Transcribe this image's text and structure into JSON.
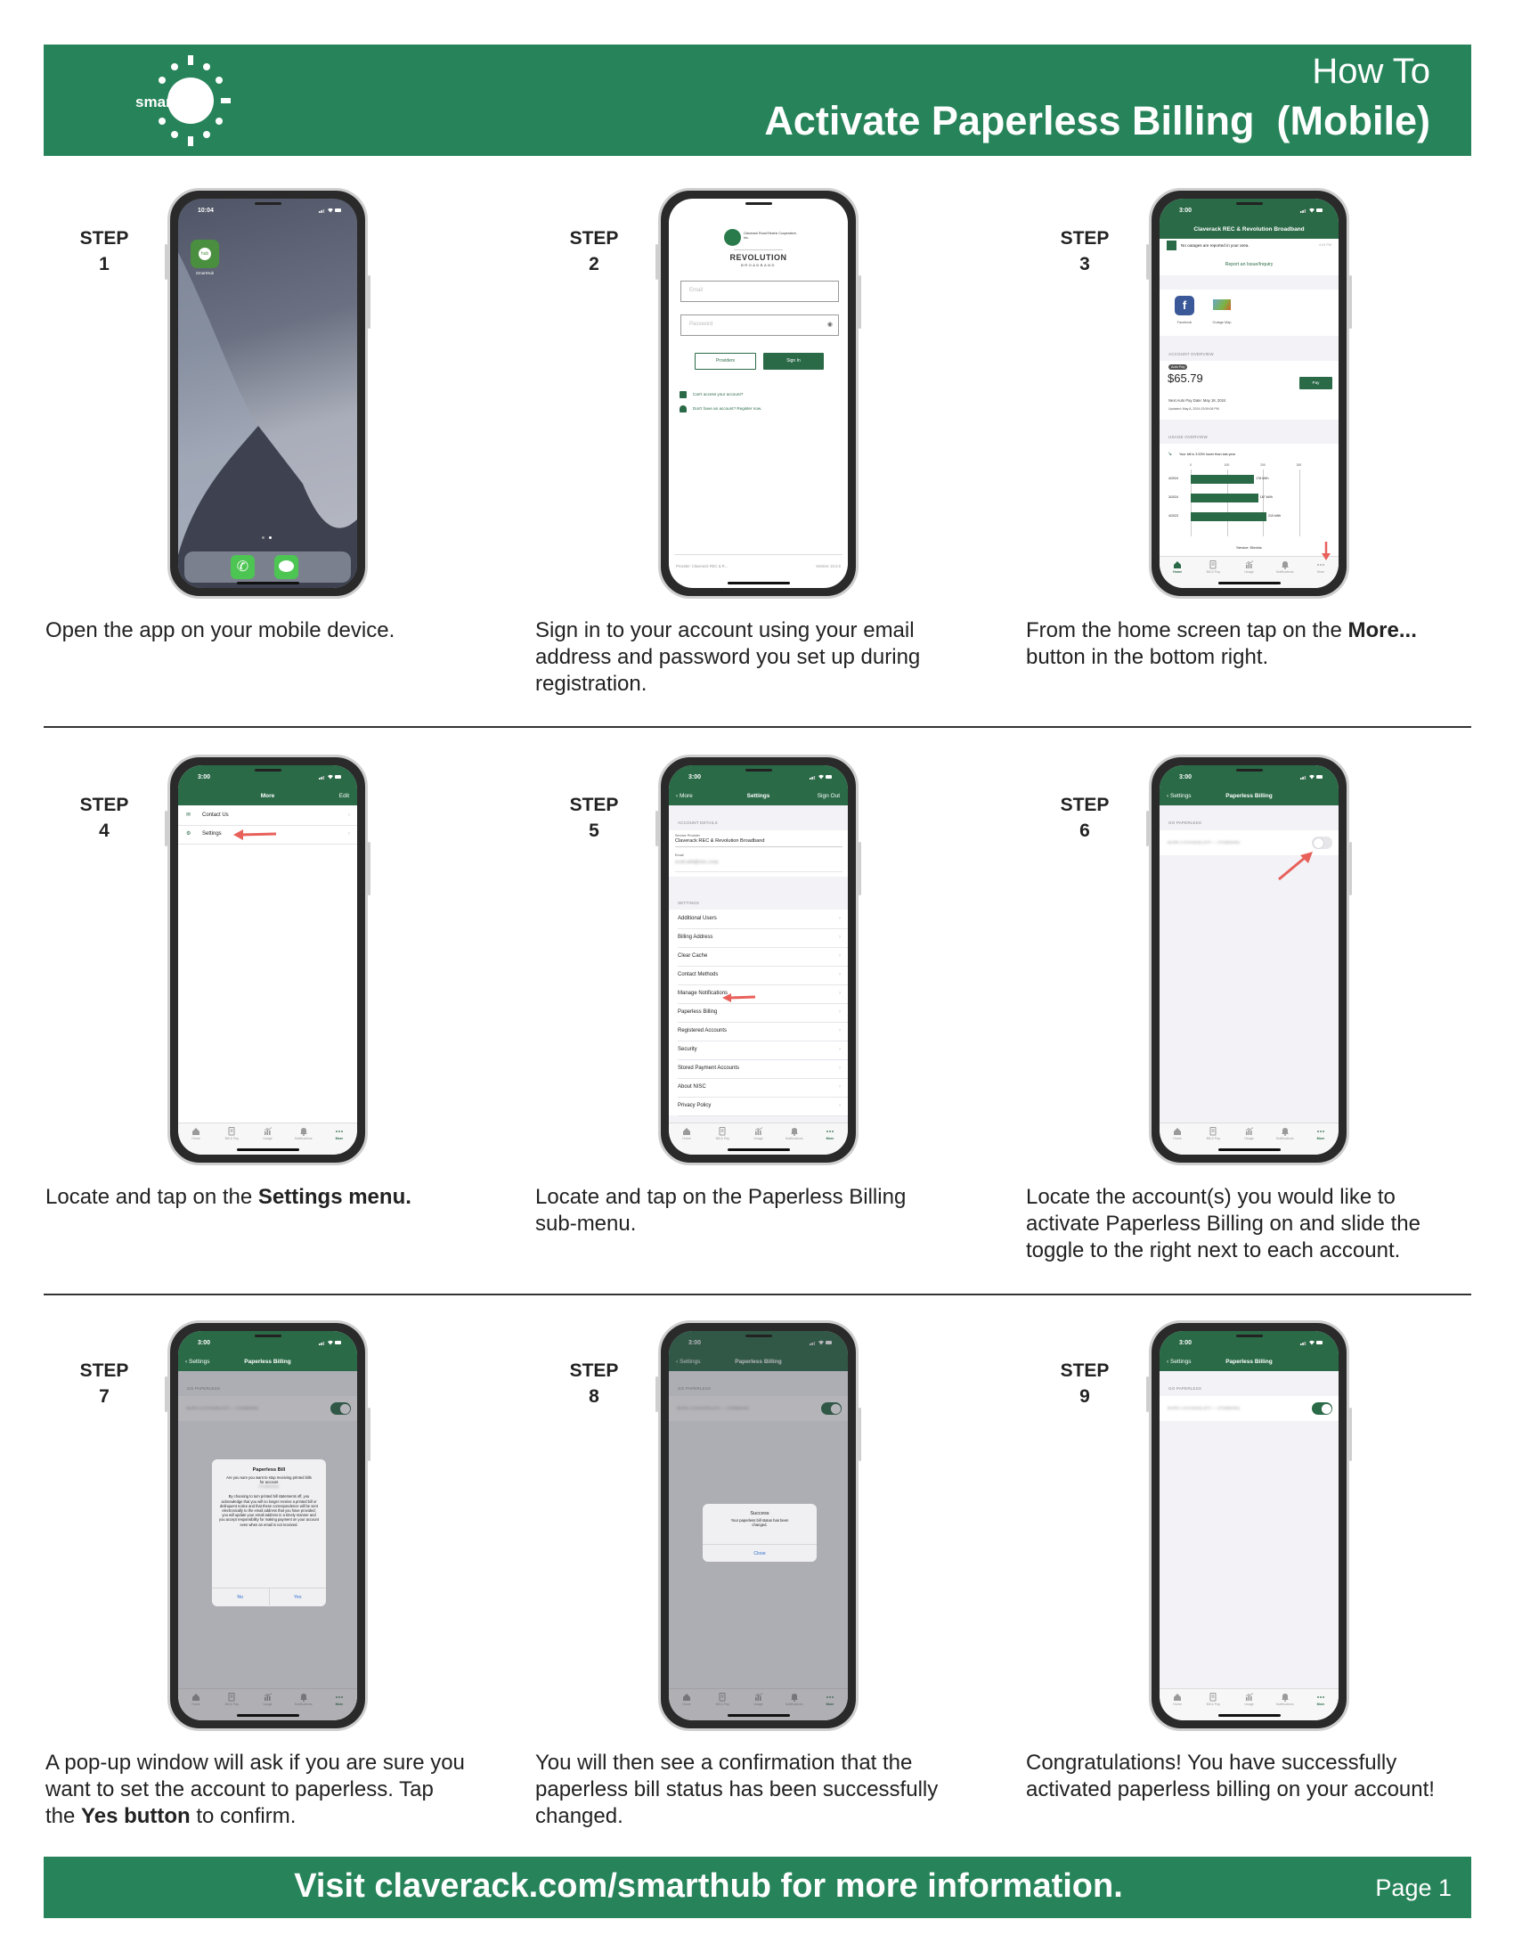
{
  "header": {
    "logo_text": "smart",
    "how_to": "How To",
    "title": "Activate Paperless Billing  (Mobile)"
  },
  "colors": {
    "brand_green": "#27845a",
    "app_green": "#2a6a47",
    "arrow_red": "#e8605a"
  },
  "steps": [
    {
      "label": "STEP",
      "number": "1",
      "caption": [
        [
          {
            "text": "Open the app on your mobile device."
          }
        ]
      ]
    },
    {
      "label": "STEP",
      "number": "2",
      "caption": [
        [
          {
            "text": "Sign in to your account using your email"
          }
        ],
        [
          {
            "text": "address and password you set up during"
          }
        ],
        [
          {
            "text": "registration."
          }
        ]
      ]
    },
    {
      "label": "STEP",
      "number": "3",
      "caption": [
        [
          {
            "text": "From the home screen tap on the "
          },
          {
            "text": "More...",
            "bold": true
          }
        ],
        [
          {
            "text": "button in the bottom right."
          }
        ]
      ]
    },
    {
      "label": "STEP",
      "number": "4",
      "caption": [
        [
          {
            "text": "Locate and tap on the "
          },
          {
            "text": "Settings menu.",
            "bold": true
          }
        ]
      ]
    },
    {
      "label": "STEP",
      "number": "5",
      "caption": [
        [
          {
            "text": "Locate and tap on the Paperless Billing"
          }
        ],
        [
          {
            "text": "sub-menu."
          }
        ]
      ]
    },
    {
      "label": "STEP",
      "number": "6",
      "caption": [
        [
          {
            "text": "Locate the account(s) you would like to"
          }
        ],
        [
          {
            "text": "activate Paperless Billing on and slide the"
          }
        ],
        [
          {
            "text": "toggle to the right next to each account."
          }
        ]
      ]
    },
    {
      "label": "STEP",
      "number": "7",
      "caption": [
        [
          {
            "text": "A pop-up window will ask if you are sure you"
          }
        ],
        [
          {
            "text": "want to set the account to paperless. Tap"
          }
        ],
        [
          {
            "text": "the "
          },
          {
            "text": "Yes button",
            "bold": true
          },
          {
            "text": " to confirm."
          }
        ]
      ]
    },
    {
      "label": "STEP",
      "number": "8",
      "caption": [
        [
          {
            "text": "You will then see a confirmation that the"
          }
        ],
        [
          {
            "text": "paperless bill status has been successfully"
          }
        ],
        [
          {
            "text": "changed."
          }
        ]
      ]
    },
    {
      "label": "STEP",
      "number": "9",
      "caption": [
        [
          {
            "text": "Congratulations! You have successfully"
          }
        ],
        [
          {
            "text": "activated paperless billing on your account!"
          }
        ]
      ]
    }
  ],
  "tabbar": {
    "items": [
      "Home",
      "Bill & Pay",
      "Usage",
      "Notifications",
      "More"
    ]
  },
  "status_time": "3:00",
  "s1": {
    "time": "10:04",
    "app_label": "SmartHub",
    "app_icon_text": "hub"
  },
  "s2": {
    "coop_name": "Claverack Rural Electric Cooperative, Inc.",
    "brand": "REVOLUTION",
    "brand_sub": "BROADBAND",
    "email_placeholder": "Email",
    "password_placeholder": "Password",
    "providers": "Providers",
    "sign_in": "Sign In",
    "cant_access": "Can't access your account?",
    "register": "Don't have an account? Register now.",
    "provider_footer": "Provider: Claverack REC & R...",
    "version": "Version: 24.2.0"
  },
  "s3": {
    "title": "Claverack REC & Revolution Broadband",
    "outage_msg": "No outages are reported in your area.",
    "outage_time": "4:03 PM",
    "report": "Report an Issue/Inquiry",
    "facebook": "Facebook",
    "outage_map": "Outage Map",
    "account_overview": "ACCOUNT OVERVIEW",
    "autopay": "Auto Pay",
    "amount": "$65.79",
    "pay": "Pay",
    "next_autopay": "Next Auto Pay Date: May 18, 2024",
    "updated": "Updated: May 8, 2024 03:59:08 PM",
    "usage_overview": "USAGE OVERVIEW",
    "trend": "Your bill is 3.53% lower than last year",
    "axis_ticks": [
      0,
      100,
      200,
      300
    ],
    "bars": [
      {
        "period": "4/2024",
        "value": 176,
        "label": "176 kWh"
      },
      {
        "period": "3/2024",
        "value": 187,
        "label": "187 kWh"
      },
      {
        "period": "4/2023",
        "value": 210,
        "label": "210 kWh"
      }
    ],
    "service": "Service: Electric"
  },
  "s4": {
    "title": "More",
    "edit": "Edit",
    "items": [
      "Contact Us",
      "Settings"
    ]
  },
  "s5": {
    "back": "More",
    "title": "Settings",
    "sign_out": "Sign Out",
    "account_details": "ACCOUNT DETAILS",
    "provider_label": "Service Provider",
    "provider_value": "Claverack REC & Revolution Broadband",
    "email_label": "Email",
    "email_value": "scott.wild@nisc.coop",
    "settings_label": "SETTINGS",
    "items": [
      "Additional Users",
      "Billing Address",
      "Clear Cache",
      "Contact Methods",
      "Manage Notifications",
      "Paperless Billing",
      "Registered Accounts",
      "Security",
      "Stored Payment Accounts",
      "About NISC",
      "Privacy Policy"
    ]
  },
  "paperless": {
    "back": "Settings",
    "title": "Paperless Billing",
    "section": "GO PAPERLESS",
    "account": "MARK S EVANGELISTI — 2703800401"
  },
  "toggle_states": {
    "step6": false,
    "step7": true,
    "step8": true,
    "step9": true
  },
  "s7": {
    "title": "Paperless Bill",
    "question": "Are you sure you want to stop receiving printed bills for account",
    "account_num": "2703800401",
    "body": "By choosing to turn printed bill statements off, you acknowledge that you will no longer receive a printed bill or delinquent notice and that these correspondence will be sent electronically to the email address that you have provided; you will update your email address in a timely manner and you accept responsibility for making payment on your account even when an email is not received.",
    "no": "No",
    "yes": "Yes"
  },
  "s8": {
    "title": "Success",
    "body": "Your paperless bill status has been changed.",
    "close": "Close"
  },
  "footer": {
    "text": "Visit claverack.com/smarthub for more information.",
    "page": "Page 1"
  }
}
